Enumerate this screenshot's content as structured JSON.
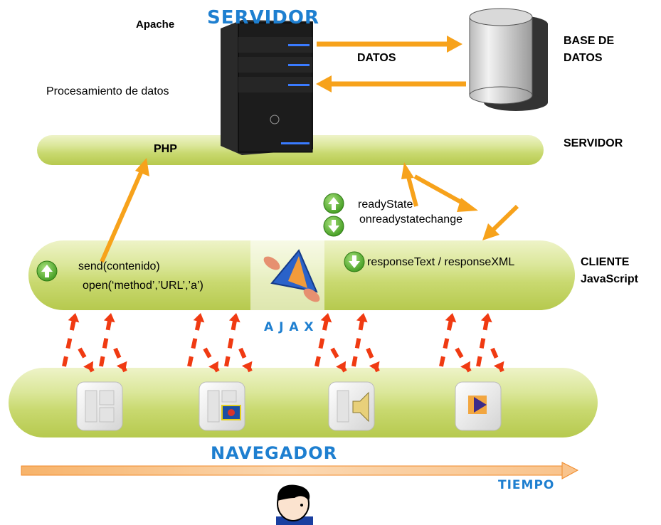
{
  "server": {
    "apache_label": "Apache",
    "title": "SERVIDOR",
    "processing_label": "Procesamiento de datos",
    "data_arrow_label": "DATOS",
    "database_label_line1": "BASE DE",
    "database_label_line2": "DATOS",
    "layer_label": "SERVIDOR",
    "php_label": "PHP"
  },
  "client": {
    "ready_state_label": "readyState",
    "onreadystatechange_label": "onreadystatechange",
    "send_label": "send(contenido)",
    "open_label": "open(‘method’,’URL’,’a’)",
    "response_label": "responseText / responseXML",
    "layer_label_line1": "CLIENTE",
    "layer_label_line2": "JavaScript",
    "ajax_label": "A J A X"
  },
  "browser": {
    "title": "NAVEGADOR",
    "time_label": "TIEMPO"
  },
  "colors": {
    "arrow_orange": "#f7a21b",
    "arrow_red": "#f03a12",
    "blue_title": "#1e7fd0",
    "bar_green": "#c9d970",
    "status_green": "#5cb531"
  }
}
